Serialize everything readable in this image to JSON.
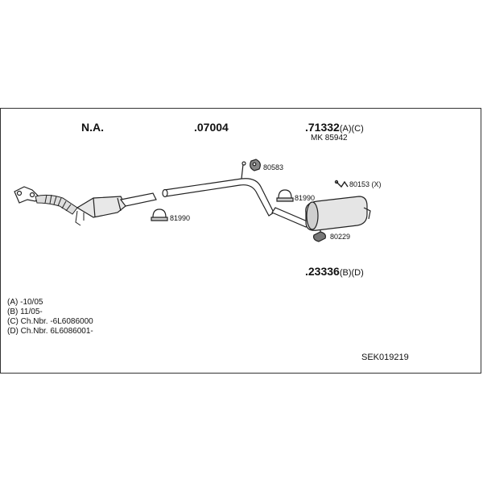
{
  "parts": {
    "na": "N.A.",
    "p07004": ".07004",
    "p71332": ".71332",
    "p71332_suffix": "(A)(C)",
    "mk": "MK 85942",
    "p80583": "80583",
    "p81990a": "81990",
    "p81990b": "81990",
    "p80153": "80153 (X)",
    "p80229": "80229",
    "p23336": ".23336",
    "p23336_suffix": "(B)(D)"
  },
  "notes": [
    "(A) -10/05",
    "(B) 11/05-",
    "(C) Ch.Nbr. -6L6086000",
    "(D) Ch.Nbr. 6L6086001-"
  ],
  "code": "SEK019219"
}
